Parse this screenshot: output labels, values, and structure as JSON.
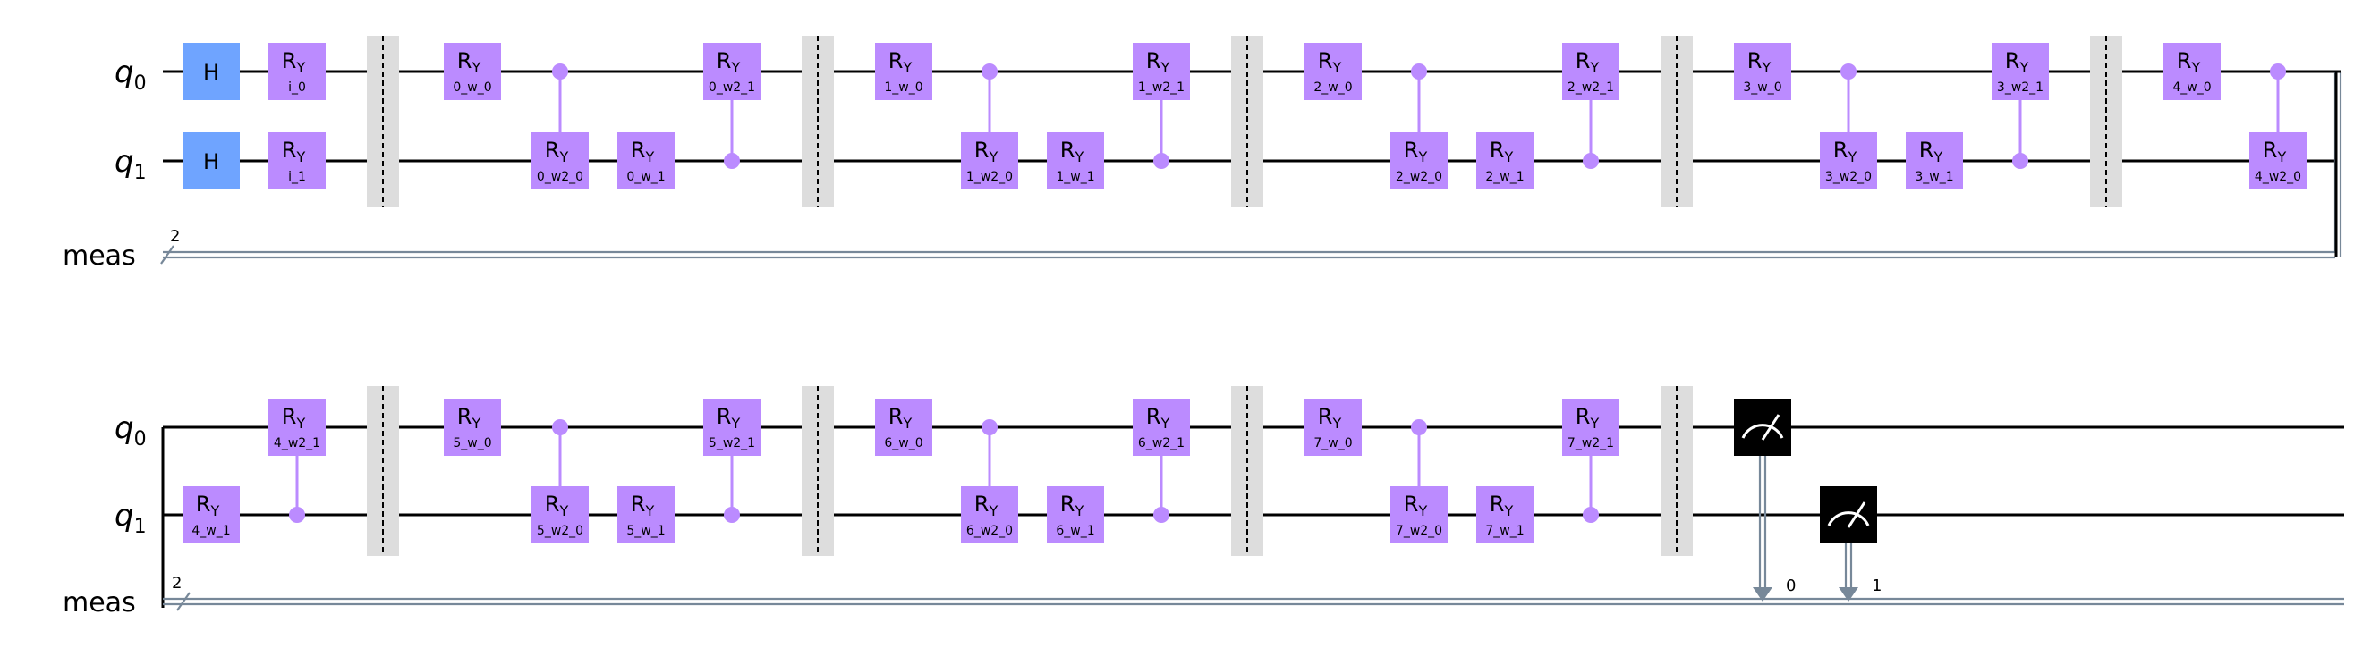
{
  "colors": {
    "ry_gate": "#BB8BFF",
    "h_gate": "#6FA4FF",
    "barrier_fill": "#DDDDDD",
    "measure_box": "#000000",
    "classical_wire": "#778899"
  },
  "wires": {
    "q0_label": "q",
    "q0_sub": "0",
    "q1_label": "q",
    "q1_sub": "1",
    "meas_label": "meas",
    "meas_width": "2"
  },
  "gate_labels": {
    "h": "H",
    "ry_main": "R",
    "ry_sub": "Y"
  },
  "row1": {
    "ops": [
      {
        "kind": "h",
        "qubit": 0
      },
      {
        "kind": "h",
        "qubit": 1
      },
      {
        "kind": "ry",
        "qubit": 0,
        "param": "i_0"
      },
      {
        "kind": "ry",
        "qubit": 1,
        "param": "i_1"
      },
      {
        "kind": "barrier"
      },
      {
        "kind": "ry",
        "qubit": 0,
        "param": "0_w_0"
      },
      {
        "kind": "cry",
        "control": 0,
        "target": 1,
        "param": "0_w2_0"
      },
      {
        "kind": "ry",
        "qubit": 1,
        "param": "0_w_1"
      },
      {
        "kind": "cry",
        "control": 1,
        "target": 0,
        "param": "0_w2_1"
      },
      {
        "kind": "barrier"
      },
      {
        "kind": "ry",
        "qubit": 0,
        "param": "1_w_0"
      },
      {
        "kind": "cry",
        "control": 0,
        "target": 1,
        "param": "1_w2_0"
      },
      {
        "kind": "ry",
        "qubit": 1,
        "param": "1_w_1"
      },
      {
        "kind": "cry",
        "control": 1,
        "target": 0,
        "param": "1_w2_1"
      },
      {
        "kind": "barrier"
      },
      {
        "kind": "ry",
        "qubit": 0,
        "param": "2_w_0"
      },
      {
        "kind": "cry",
        "control": 0,
        "target": 1,
        "param": "2_w2_0"
      },
      {
        "kind": "ry",
        "qubit": 1,
        "param": "2_w_1"
      },
      {
        "kind": "cry",
        "control": 1,
        "target": 0,
        "param": "2_w2_1"
      },
      {
        "kind": "barrier"
      },
      {
        "kind": "ry",
        "qubit": 0,
        "param": "3_w_0"
      },
      {
        "kind": "cry",
        "control": 0,
        "target": 1,
        "param": "3_w2_0"
      },
      {
        "kind": "ry",
        "qubit": 1,
        "param": "3_w_1"
      },
      {
        "kind": "cry",
        "control": 1,
        "target": 0,
        "param": "3_w2_1"
      },
      {
        "kind": "barrier"
      },
      {
        "kind": "ry",
        "qubit": 0,
        "param": "4_w_0"
      },
      {
        "kind": "cry",
        "control": 0,
        "target": 1,
        "param": "4_w2_0"
      }
    ]
  },
  "row2": {
    "ops": [
      {
        "kind": "ry",
        "qubit": 1,
        "param": "4_w_1"
      },
      {
        "kind": "cry",
        "control": 1,
        "target": 0,
        "param": "4_w2_1"
      },
      {
        "kind": "barrier"
      },
      {
        "kind": "ry",
        "qubit": 0,
        "param": "5_w_0"
      },
      {
        "kind": "cry",
        "control": 0,
        "target": 1,
        "param": "5_w2_0"
      },
      {
        "kind": "ry",
        "qubit": 1,
        "param": "5_w_1"
      },
      {
        "kind": "cry",
        "control": 1,
        "target": 0,
        "param": "5_w2_1"
      },
      {
        "kind": "barrier"
      },
      {
        "kind": "ry",
        "qubit": 0,
        "param": "6_w_0"
      },
      {
        "kind": "cry",
        "control": 0,
        "target": 1,
        "param": "6_w2_0"
      },
      {
        "kind": "ry",
        "qubit": 1,
        "param": "6_w_1"
      },
      {
        "kind": "cry",
        "control": 1,
        "target": 0,
        "param": "6_w2_1"
      },
      {
        "kind": "barrier"
      },
      {
        "kind": "ry",
        "qubit": 0,
        "param": "7_w_0"
      },
      {
        "kind": "cry",
        "control": 0,
        "target": 1,
        "param": "7_w2_0"
      },
      {
        "kind": "ry",
        "qubit": 1,
        "param": "7_w_1"
      },
      {
        "kind": "cry",
        "control": 1,
        "target": 0,
        "param": "7_w2_1"
      },
      {
        "kind": "barrier"
      },
      {
        "kind": "measure",
        "qubit": 0,
        "clbit": "0"
      },
      {
        "kind": "measure",
        "qubit": 1,
        "clbit": "1"
      }
    ]
  }
}
